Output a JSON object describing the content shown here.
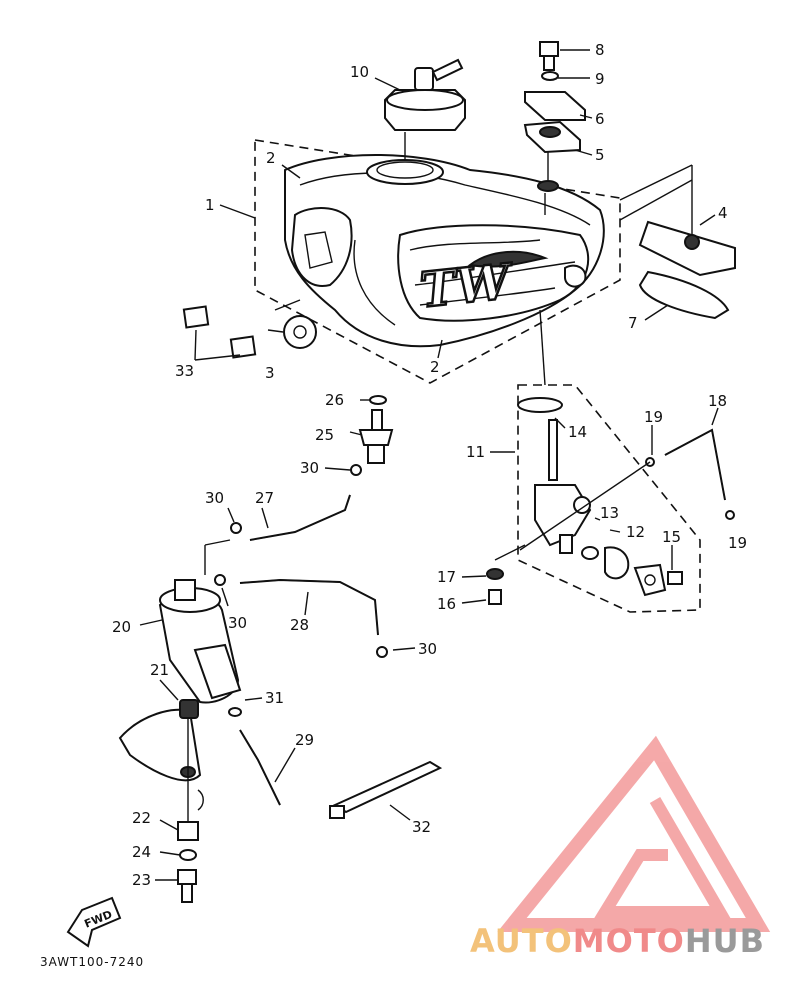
{
  "diagram": {
    "tank_brand": "TW",
    "fwd_label": "FWD",
    "drawing_code": "3AWT100-7240",
    "callouts": [
      "1",
      "2",
      "2",
      "3",
      "4",
      "5",
      "6",
      "7",
      "8",
      "9",
      "10",
      "11",
      "12",
      "13",
      "14",
      "15",
      "16",
      "17",
      "18",
      "19",
      "19",
      "20",
      "21",
      "22",
      "23",
      "24",
      "25",
      "26",
      "27",
      "28",
      "29",
      "30",
      "30",
      "30",
      "30",
      "31",
      "32",
      "33"
    ]
  },
  "watermark": {
    "word_1": "AUTO",
    "word_2": "MOTO",
    "word_3": "HUB",
    "colors": {
      "auto": "#f3c27a",
      "moto": "#f08a8a",
      "hub": "#9a9a9a",
      "logo": "#f39a9a"
    }
  }
}
